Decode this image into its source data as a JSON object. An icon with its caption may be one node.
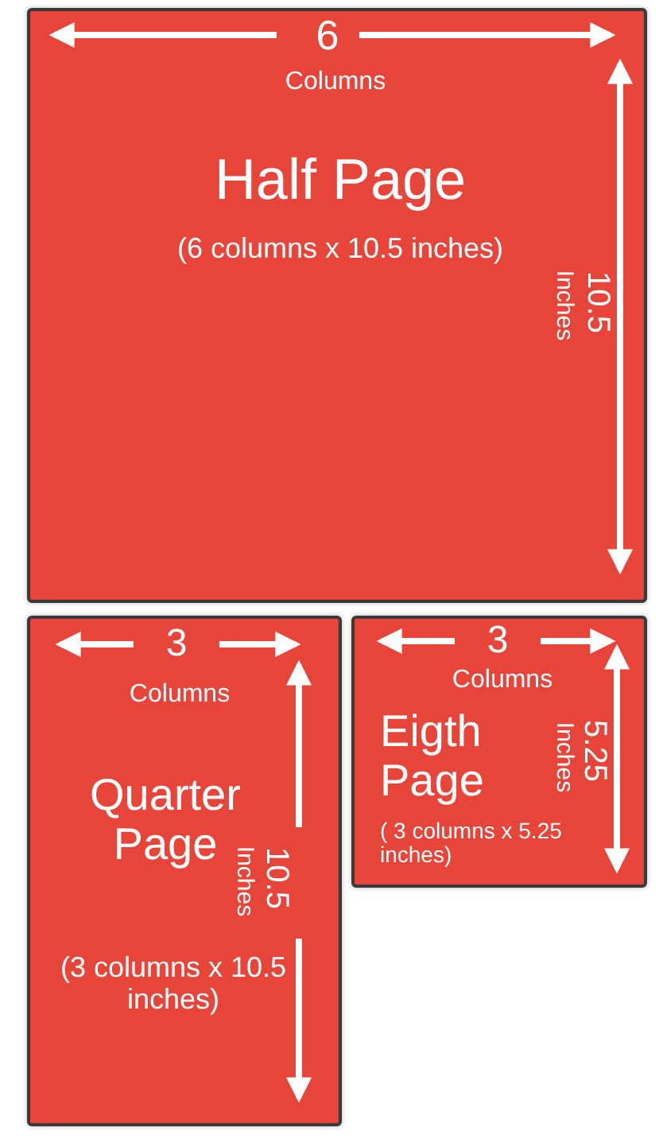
{
  "diagram": {
    "nodes": [
      {
        "text": [
          "Half Page",
          "(6 columns x 10.5 inches)"
        ]
      },
      {
        "text": [
          "Quarter Page",
          "(3 columns x 10.5 inches)"
        ]
      },
      {
        "text": [
          "Eigth Page",
          "( 3 columns x 5.25 inches)"
        ]
      }
    ],
    "edges": [],
    "labels": [
      "6",
      "Columns",
      "10.5",
      "Inches",
      "3",
      "Columns",
      "10.5",
      "Inches",
      "3",
      "Columns",
      "5.25",
      "Inches"
    ]
  }
}
